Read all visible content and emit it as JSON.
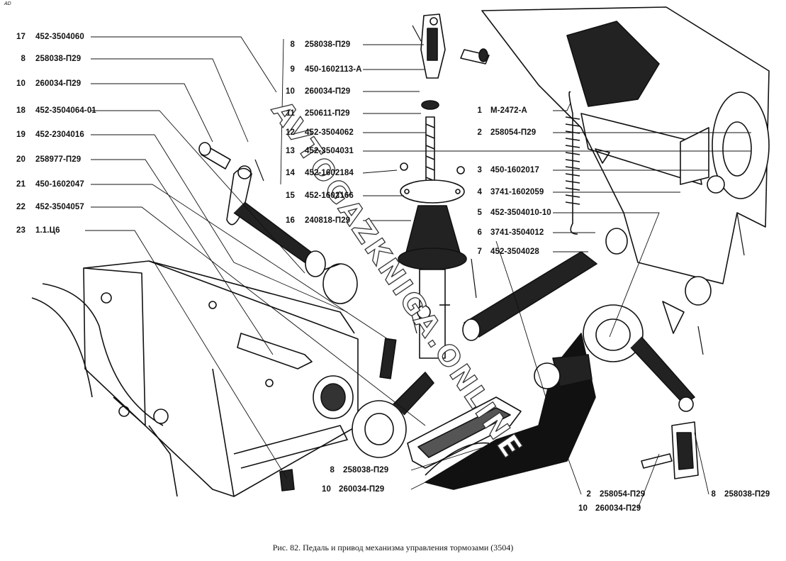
{
  "corner_mark": "AD",
  "watermark": "AVTOGAZKNIGA.ONLINE",
  "caption": "Рис. 82. Педаль и привод механизма управления тормозами (3504)",
  "labels_left": [
    {
      "num": "17",
      "code": "452-3504060"
    },
    {
      "num": "8",
      "code": "258038-П29"
    },
    {
      "num": "10",
      "code": "260034-П29"
    },
    {
      "num": "18",
      "code": "452-3504064-01"
    },
    {
      "num": "19",
      "code": "452-2304016"
    },
    {
      "num": "20",
      "code": "258977-П29"
    },
    {
      "num": "21",
      "code": "450-1602047"
    },
    {
      "num": "22",
      "code": "452-3504057"
    },
    {
      "num": "23",
      "code": "1.1.Ц6"
    }
  ],
  "labels_mid": [
    {
      "num": "8",
      "code": "258038-П29"
    },
    {
      "num": "9",
      "code": "450-1602113-А"
    },
    {
      "num": "10",
      "code": "260034-П29"
    },
    {
      "num": "11",
      "code": "250611-П29"
    },
    {
      "num": "12",
      "code": "452-3504062"
    },
    {
      "num": "13",
      "code": "452-3504031"
    },
    {
      "num": "14",
      "code": "452-1602184"
    },
    {
      "num": "15",
      "code": "452-1602166"
    },
    {
      "num": "16",
      "code": "240818-П29"
    }
  ],
  "labels_right": [
    {
      "num": "1",
      "code": "М-2472-А"
    },
    {
      "num": "2",
      "code": "258054-П29"
    },
    {
      "num": "3",
      "code": "450-1602017"
    },
    {
      "num": "4",
      "code": "3741-1602059"
    },
    {
      "num": "5",
      "code": "452-3504010-10"
    },
    {
      "num": "6",
      "code": "3741-3504012"
    },
    {
      "num": "7",
      "code": "452-3504028"
    }
  ],
  "labels_bottom": [
    {
      "num": "8",
      "code": "258038-П29"
    },
    {
      "num": "10",
      "code": "260034-П29"
    },
    {
      "num": "2",
      "code": "258054-П29"
    },
    {
      "num": "10",
      "code": "260034-П29"
    },
    {
      "num": "8",
      "code": "258038-П29"
    }
  ]
}
